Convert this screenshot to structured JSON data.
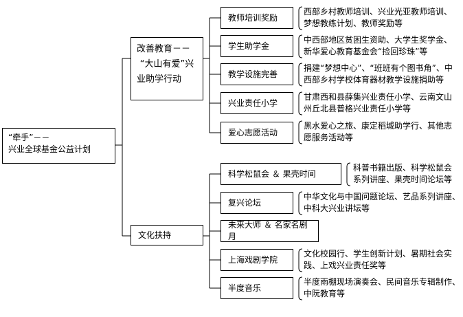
{
  "root": {
    "line1": "“牵手”－－",
    "line2": "兴业全球基金公益计划"
  },
  "branches": [
    {
      "lines": [
        "改善教育－－",
        "“大山有爱”兴",
        "业助学行动"
      ],
      "items": [
        {
          "label": "教师培训奖励",
          "desc": [
            "西部乡村教师培训、兴业光亚教师培训、",
            "梦想教练计划、教师奖励等"
          ]
        },
        {
          "label": "学生助学金",
          "desc": [
            "中西部地区贫困生资助、大学生奖学金、",
            "新华爱心教育基金会“捡回珍珠”等"
          ]
        },
        {
          "label": "教学设施完善",
          "desc": [
            "捐建“梦想中心”、“班班有个图书角”、中",
            "西部乡村学校体育器材教学设施捐助等"
          ]
        },
        {
          "label": "兴业责任小学",
          "desc": [
            "甘肃西和县薛集兴业责任小学、云南文山",
            "州丘北县普格兴业责任小学等"
          ]
        },
        {
          "label": "爱心志愿活动",
          "desc": [
            "黑水爱心之旅、康定稻城助学行、其他志",
            "愿服务活动等"
          ]
        }
      ]
    },
    {
      "lines": [
        "文化扶持"
      ],
      "items": [
        {
          "label": "科学松鼠会 ＆ 果壳时间",
          "desc": [
            "科普书籍出版、科学松鼠会",
            "系列讲座、果壳时间论坛等"
          ]
        },
        {
          "label": "复兴论坛",
          "desc": [
            "中华文化与中国问题论坛、艺品系列讲座、",
            "中科大兴业讲坛等"
          ]
        },
        {
          "label": "未来大师 ＆ 名家名剧月",
          "desc": []
        },
        {
          "label": "上海戏剧学院",
          "desc": [
            "文化校园行、学生创新计划、暑期社会实",
            "践、上戏兴业责任奖等"
          ]
        },
        {
          "label": "半度音乐",
          "desc": [
            "半度雨棚现场演奏会、民间音乐专辑制作、",
            "中阮教育等"
          ]
        }
      ]
    }
  ]
}
